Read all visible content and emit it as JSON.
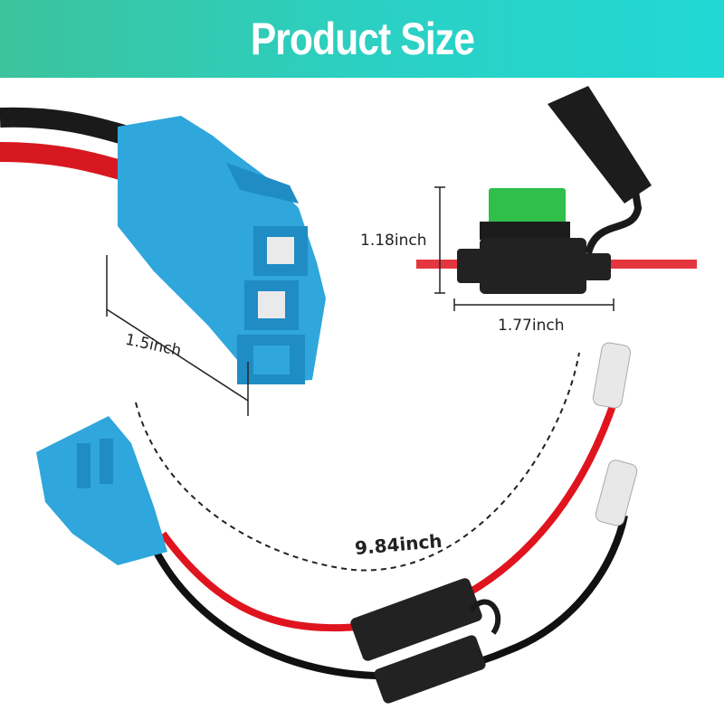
{
  "header": {
    "title": "Product Size"
  },
  "dimensions": {
    "connector_width": "1.5inch",
    "fuse_height": "1.18inch",
    "fuse_width": "1.77inch",
    "cable_length": "9.84inch"
  },
  "colors": {
    "header_start": "#3cc39c",
    "header_end": "#22d8d4",
    "connector": "#2fa6dc",
    "wire_red": "#e0141e",
    "wire_black": "#111111",
    "fuse_green": "#2fbf4a"
  }
}
